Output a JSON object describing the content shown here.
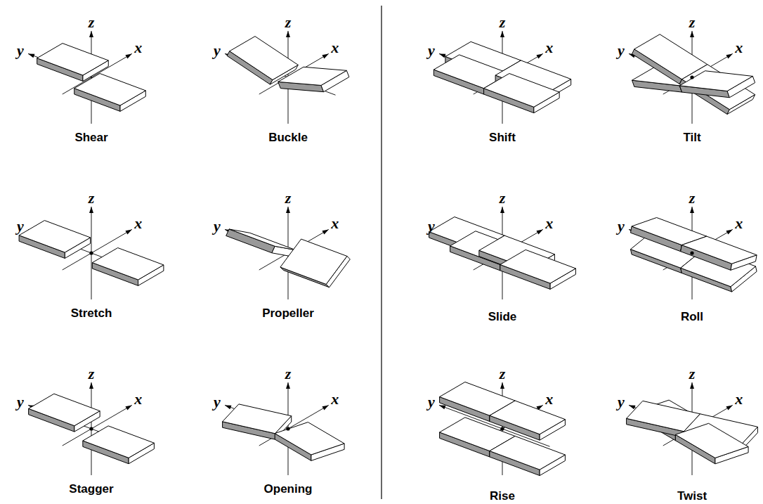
{
  "diagram": {
    "labels": [
      "z",
      "y",
      "x",
      "Shear",
      "z",
      "y",
      "x",
      "Buckle",
      "z",
      "y",
      "x",
      "Shift",
      "z",
      "y",
      "x",
      "Tilt",
      "z",
      "y",
      "x",
      "Stretch",
      "z",
      "y",
      "x",
      "Propeller",
      "z",
      "y",
      "x",
      "Slide",
      "z",
      "y",
      "x",
      "Roll",
      "z",
      "y",
      "x",
      "Stagger",
      "z",
      "y",
      "x",
      "Opening",
      "z",
      "y",
      "x",
      "Rise",
      "z",
      "y",
      "x",
      "Twist"
    ]
  }
}
